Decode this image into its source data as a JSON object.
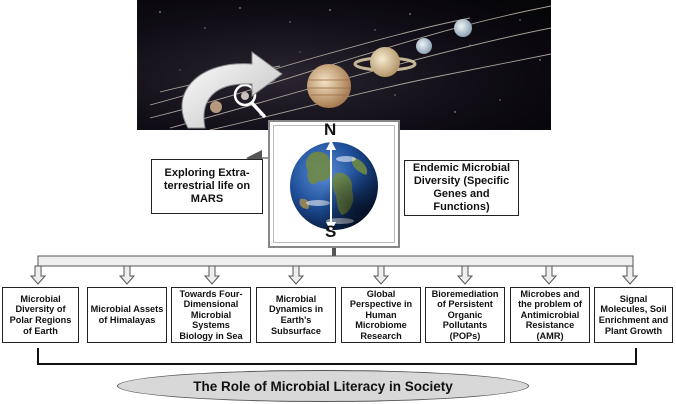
{
  "center": {
    "north": "N",
    "south": "S"
  },
  "left_box": {
    "text": "Exploring Extra-terrestrial life on MARS"
  },
  "right_box": {
    "text": "Endemic Microbial Diversity (Specific Genes and Functions)"
  },
  "topics": [
    {
      "text": "Microbial Diversity of Polar Regions of Earth"
    },
    {
      "text": "Microbial Assets of Himalayas"
    },
    {
      "text": "Towards Four-Dimensional Microbial Systems Biology in Sea"
    },
    {
      "text": "Microbial Dynamics in Earth's Subsurface"
    },
    {
      "text": "Global Perspective in Human Microbiome Research"
    },
    {
      "text": "Bioremediation of Persistent Organic Pollutants (POPs)"
    },
    {
      "text": "Microbes and the problem of Antimicrobial Resistance (AMR)"
    },
    {
      "text": "Signal Molecules, Soil Enrichment and Plant Growth"
    }
  ],
  "footer": {
    "text": "The Role of Microbial Literacy in Society"
  },
  "colors": {
    "space": "#0b0a12",
    "bar_fill": "#eeeeee",
    "bar_stroke": "#555555",
    "footer_fill": "#d8d8d8"
  }
}
